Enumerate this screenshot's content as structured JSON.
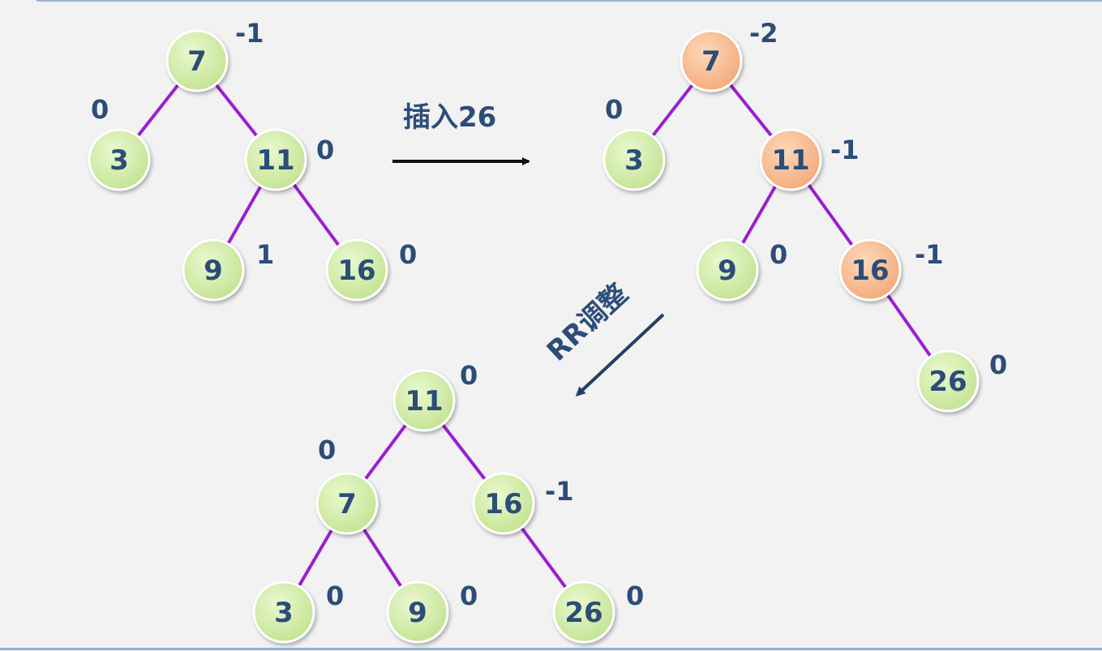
{
  "colors": {
    "node_normal": "#cdeaa0",
    "node_unbalanced": "#f7b98c",
    "edge": "#9a1fd1",
    "text": "#2c4d78",
    "arrow_insert": "#111111",
    "arrow_rr": "#243f66"
  },
  "operations": {
    "insert_label": "插入26",
    "rotate_label": "RR调整"
  },
  "trees": [
    {
      "name": "before-insert",
      "nodes": [
        {
          "id": "7",
          "label": "7",
          "bf": "-1",
          "state": "normal"
        },
        {
          "id": "3",
          "label": "3",
          "bf": "0",
          "state": "normal"
        },
        {
          "id": "11",
          "label": "11",
          "bf": "0",
          "state": "normal"
        },
        {
          "id": "9",
          "label": "9",
          "bf": "1",
          "state": "normal"
        },
        {
          "id": "16",
          "label": "16",
          "bf": "0",
          "state": "normal"
        }
      ],
      "edges": [
        [
          "7",
          "3"
        ],
        [
          "7",
          "11"
        ],
        [
          "11",
          "9"
        ],
        [
          "11",
          "16"
        ]
      ]
    },
    {
      "name": "after-insert",
      "nodes": [
        {
          "id": "7",
          "label": "7",
          "bf": "-2",
          "state": "unbalanced"
        },
        {
          "id": "3",
          "label": "3",
          "bf": "0",
          "state": "normal"
        },
        {
          "id": "11",
          "label": "11",
          "bf": "-1",
          "state": "unbalanced"
        },
        {
          "id": "9",
          "label": "9",
          "bf": "0",
          "state": "normal"
        },
        {
          "id": "16",
          "label": "16",
          "bf": "-1",
          "state": "unbalanced"
        },
        {
          "id": "26",
          "label": "26",
          "bf": "0",
          "state": "normal"
        }
      ],
      "edges": [
        [
          "7",
          "3"
        ],
        [
          "7",
          "11"
        ],
        [
          "11",
          "9"
        ],
        [
          "11",
          "16"
        ],
        [
          "16",
          "26"
        ]
      ]
    },
    {
      "name": "after-rr-rotation",
      "nodes": [
        {
          "id": "11",
          "label": "11",
          "bf": "0",
          "state": "normal"
        },
        {
          "id": "7",
          "label": "7",
          "bf": "0",
          "state": "normal"
        },
        {
          "id": "16",
          "label": "16",
          "bf": "-1",
          "state": "normal"
        },
        {
          "id": "3",
          "label": "3",
          "bf": "0",
          "state": "normal"
        },
        {
          "id": "9",
          "label": "9",
          "bf": "0",
          "state": "normal"
        },
        {
          "id": "26",
          "label": "26",
          "bf": "0",
          "state": "normal"
        }
      ],
      "edges": [
        [
          "11",
          "7"
        ],
        [
          "11",
          "16"
        ],
        [
          "7",
          "3"
        ],
        [
          "7",
          "9"
        ],
        [
          "16",
          "26"
        ]
      ]
    }
  ]
}
